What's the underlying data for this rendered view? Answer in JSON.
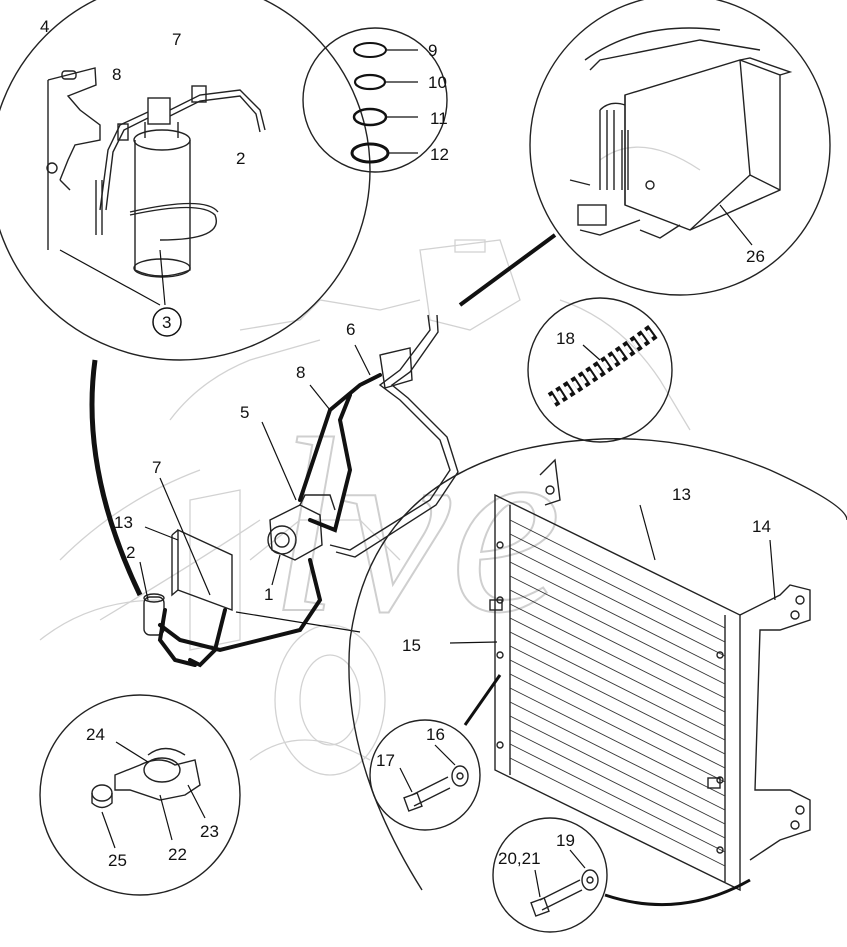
{
  "callouts": {
    "c1": "1",
    "c2": "2",
    "c2b": "2",
    "c3": "3",
    "c4": "4",
    "c5": "5",
    "c6": "6",
    "c7": "7",
    "c7b": "7",
    "c8": "8",
    "c8b": "8",
    "c9": "9",
    "c10": "10",
    "c11": "11",
    "c12": "12",
    "c13": "13",
    "c13b": "13",
    "c14": "14",
    "c15": "15",
    "c16": "16",
    "c17": "17",
    "c18": "18",
    "c19": "19",
    "c20": "20,21",
    "c22": "22",
    "c23": "23",
    "c24": "24",
    "c25": "25",
    "c26": "26"
  },
  "background_text": "lve",
  "colors": {
    "line": "#111111",
    "ghost": "#d2d2d2",
    "background": "#ffffff"
  }
}
